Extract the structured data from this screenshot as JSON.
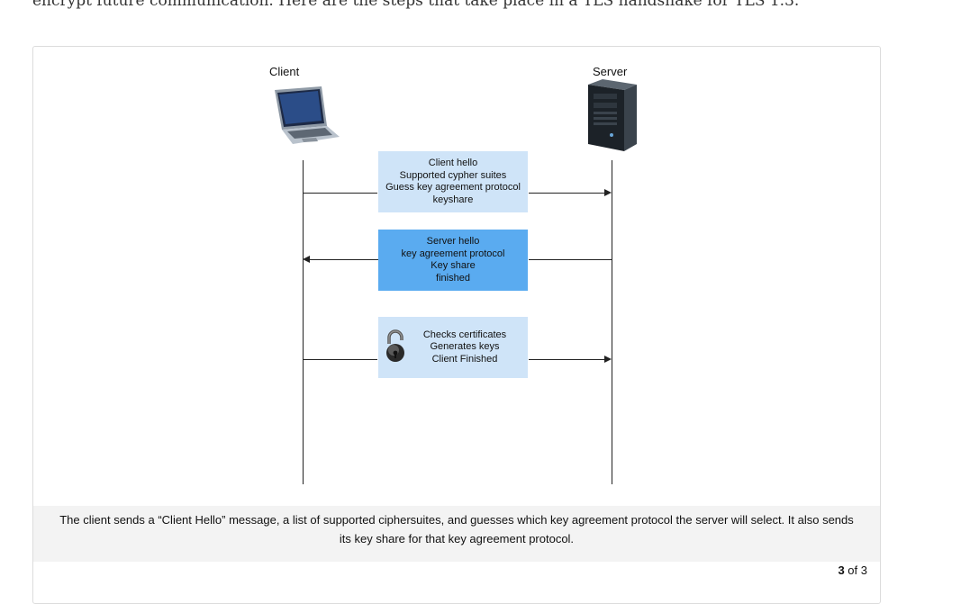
{
  "intro_text": "encrypt future communication. Here are the steps that take place in a TLS handshake for TLS 1.3.",
  "diagram": {
    "client_label": "Client",
    "server_label": "Server",
    "messages": [
      {
        "lines": [
          "Client hello",
          "Supported cypher suites",
          "Guess key agreement protocol",
          "keyshare"
        ],
        "direction": "client-to-server"
      },
      {
        "lines": [
          "Server hello",
          "key agreement protocol",
          "Key share",
          "finished"
        ],
        "direction": "server-to-client"
      },
      {
        "lines": [
          "Checks certificates",
          "Generates keys",
          "Client Finished"
        ],
        "direction": "client-to-server",
        "icon": "padlock-icon"
      }
    ],
    "colors": {
      "light_box": "#cfe4f8",
      "dark_box": "#5aabf0"
    }
  },
  "caption": "The client sends a “Client Hello” message, a list of supported ciphersuites, and guesses which key agreement protocol the server will select. It also sends its key share for that key agreement protocol.",
  "pager": {
    "current": "3",
    "separator": "of",
    "total": "3"
  }
}
